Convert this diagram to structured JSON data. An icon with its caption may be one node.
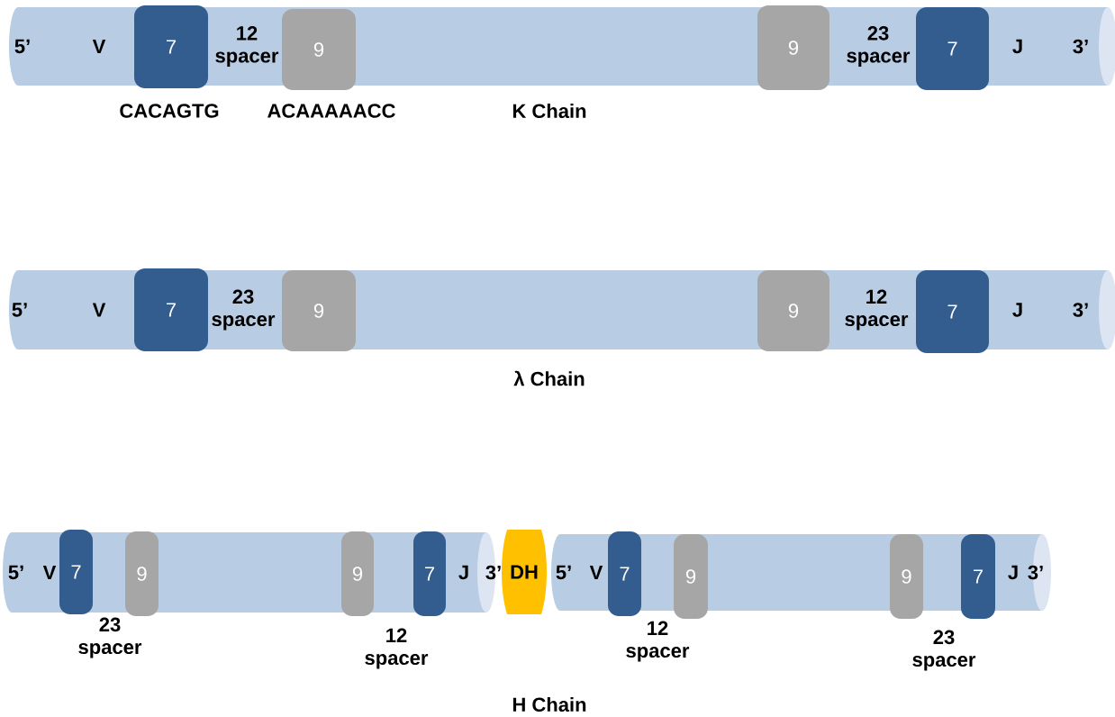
{
  "diagram": {
    "nodes": [
      {
        "text": [
          "5’",
          "V",
          "12 spacer",
          "23 spacer",
          "J",
          "3’"
        ]
      },
      {
        "text": [
          "7"
        ],
        "in": 0,
        "beside": [
          "CACAGTG"
        ]
      },
      {
        "text": [
          "9"
        ],
        "in": 0,
        "beside": [
          "ACAAAAACC"
        ]
      },
      {
        "text": [
          "9"
        ],
        "in": 0
      },
      {
        "text": [
          "7"
        ],
        "in": 0
      },
      {
        "text": [
          "5’",
          "V",
          "23 spacer",
          "12 spacer",
          "J",
          "3’"
        ]
      },
      {
        "text": [
          "7"
        ],
        "in": 5
      },
      {
        "text": [
          "9"
        ],
        "in": 5
      },
      {
        "text": [
          "9"
        ],
        "in": 5
      },
      {
        "text": [
          "7"
        ],
        "in": 5
      },
      {
        "text": [
          "5’",
          "V",
          "J",
          "3’"
        ]
      },
      {
        "text": [
          "7"
        ],
        "in": 10
      },
      {
        "text": [
          "9"
        ],
        "in": 10
      },
      {
        "text": [
          "9"
        ],
        "in": 10
      },
      {
        "text": [
          "7"
        ],
        "in": 10
      },
      {
        "text": [
          "DH"
        ]
      },
      {
        "text": [
          "5’",
          "V",
          "J",
          "3’"
        ]
      },
      {
        "text": [
          "7"
        ],
        "in": 16
      },
      {
        "text": [
          "9"
        ],
        "in": 16
      },
      {
        "text": [
          "9"
        ],
        "in": 16
      },
      {
        "text": [
          "7"
        ],
        "in": 16
      }
    ],
    "labels": [
      "K Chain",
      "λ Chain",
      "23 spacer",
      "12 spacer",
      "12 spacer",
      "23 spacer",
      "H Chain"
    ]
  }
}
